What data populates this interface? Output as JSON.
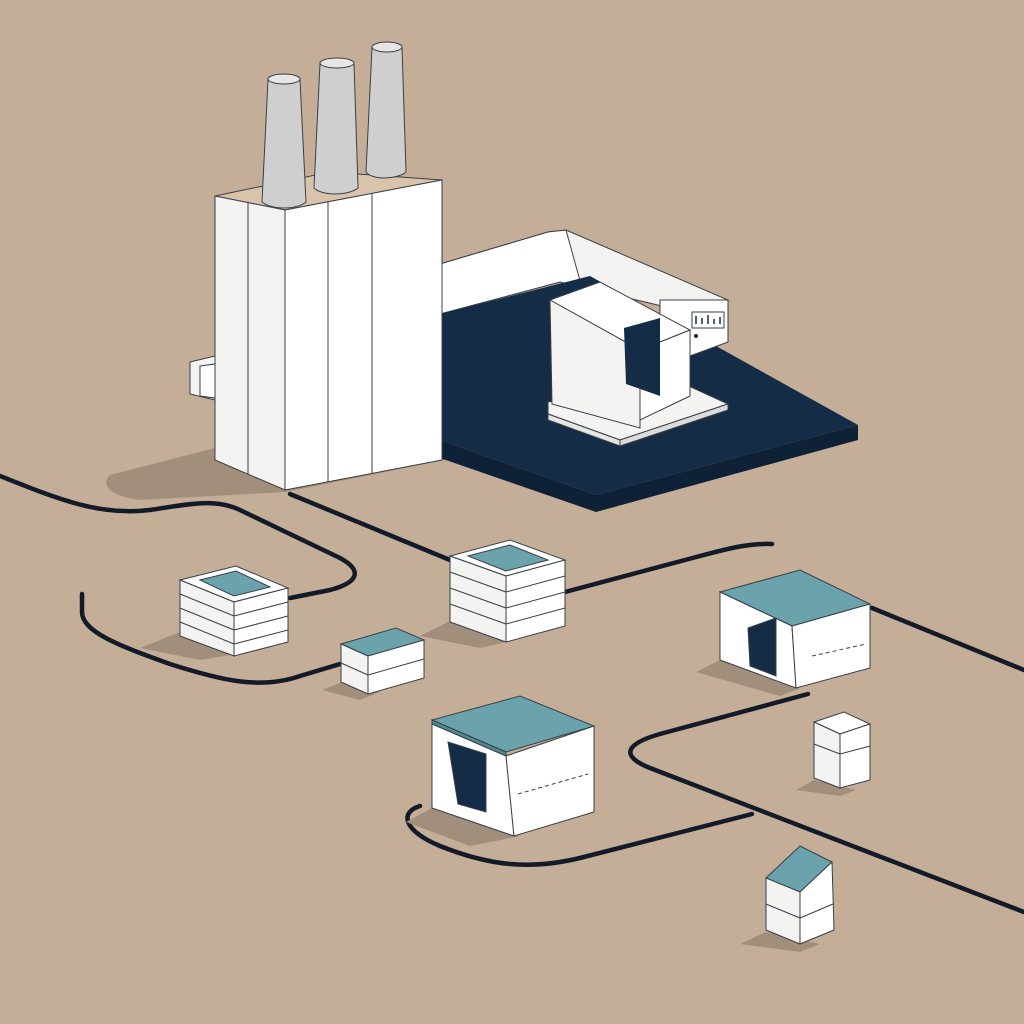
{
  "palette": {
    "ground": "#c4ae98",
    "shadow": "#a18e7b",
    "white": "#ffffff",
    "light_side": "#f3f3f1",
    "mid_side": "#e6e6e4",
    "outline": "#3a3f47",
    "navy": "#142c45",
    "navy_edge": "#0e2136",
    "teal": "#6aa3ab",
    "teal_dark": "#4f8a93",
    "stack_side": "#c9c9c9",
    "stack_front": "#dcdcdc",
    "pipe": "#131a28"
  },
  "scene": {
    "subject": "isometric-industrial-layout",
    "factory": {
      "smokestacks": 3,
      "sections": 4
    },
    "platform": {
      "machine": "machine-with-console-panel"
    },
    "warehouses": 2,
    "storage_stacks": 4,
    "small_modules": 2
  }
}
